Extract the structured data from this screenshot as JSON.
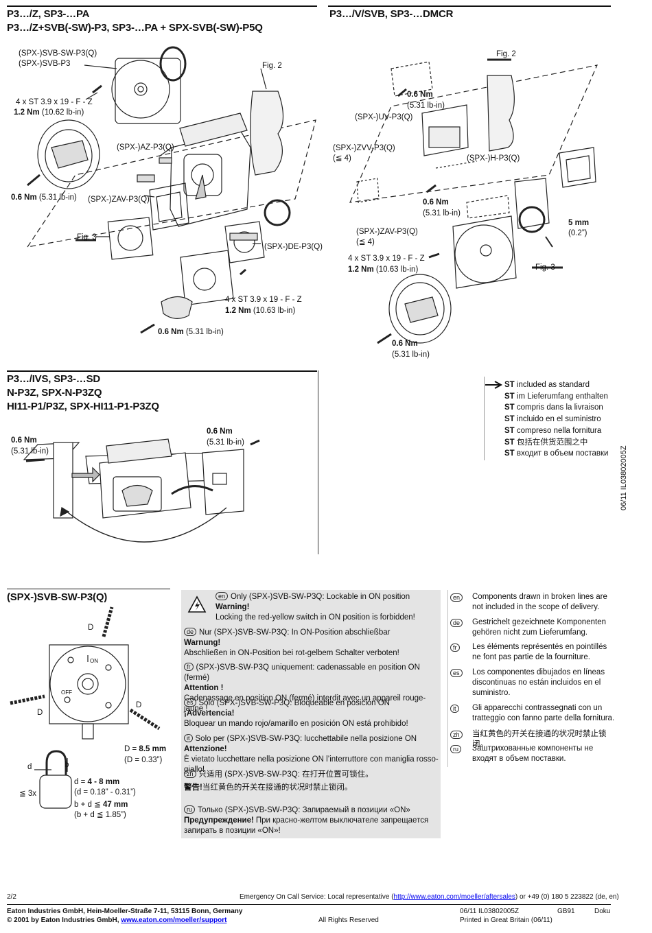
{
  "sections": {
    "s1": {
      "title1": "P3…/Z, SP3-…PA",
      "title2": "P3…/Z+SVB(-SW)-P3, SP3-…PA + SPX-SVB(-SW)-P5Q"
    },
    "s2": {
      "title1": "P3…/V/SVB, SP3-…DMCR"
    },
    "s3": {
      "title1": "P3…/IVS, SP3-…SD",
      "title2": "N-P3Z, SPX-N-P3ZQ",
      "title3": "HI11-P1/P3Z, SPX-HI11-P1-P3ZQ"
    },
    "s4": {
      "title1": "(SPX-)SVB-SW-P3(Q)"
    }
  },
  "labels": {
    "a1": "(SPX-)SVB-SW-P3(Q)",
    "a2": "(SPX-)SVB-P3",
    "a3": "Fig. 2",
    "a4": "4 x ST 3.9 x 19 - F - Z",
    "a5": "1.2 Nm",
    "a6": "(10.62 lb-in)",
    "a7": "(SPX-)AZ-P3(Q)",
    "a8": "0.6 Nm",
    "a9": "(5.31 lb-in)",
    "a10": "(SPX-)ZAV-P3(Q)",
    "a11": "Fig. 3",
    "a12": "(SPX-)DE-P3(Q)",
    "a13": "4 x ST 3.9 x 19 - F - Z",
    "a14": "1.2 Nm",
    "a15": "(10.63 lb-in)",
    "a16": "0.6 Nm",
    "a17": "(5.31 lb-in)",
    "b1": "Fig. 2",
    "b2": "0.6 Nm",
    "b3": "(5.31 lb-in)",
    "b4": "(SPX-)UV-P3(Q)",
    "b5": "(SPX-)ZVV-P3(Q)",
    "b6": "(≦ 4)",
    "b7": "(SPX-)H-P3(Q)",
    "b8": "0.6 Nm",
    "b9": "(5.31 lb-in)",
    "b10": "5 mm",
    "b11": "(0.2”)",
    "b12": "(SPX-)ZAV-P3(Q)",
    "b13": "(≦ 4)",
    "b14": "4 x ST 3.9 x 19 - F - Z",
    "b15": "1.2 Nm",
    "b16": "(10.63 lb-in)",
    "b17": "Fig. 3",
    "b18": "0.6 Nm",
    "b19": "(5.31 lb-in)",
    "c1": "0.6 Nm",
    "c2": "(5.31 lb-in)",
    "c3": "0.6 Nm",
    "c4": "(5.31 lb-in)",
    "d1": "D",
    "d2": "D",
    "d3": "D",
    "d4": "ON",
    "d5": "OFF",
    "d6": "D = ",
    "d7": "8.5 mm",
    "d8": "(D = 0.33”)",
    "d9": "d",
    "d10": "b",
    "d11": "≦ 3x",
    "d12": "d = ",
    "d13": "4 - 8 mm",
    "d14": "(d = 0.18” - 0.31”)",
    "d15": "b + d  ≦  ",
    "d16": "47 mm",
    "d17": "(b + d  ≦  1.85”)",
    "on": "ON",
    "off": "OFF"
  },
  "st_legend": {
    "items": [
      "included as standard",
      "im Lieferumfang enthalten",
      "compris dans la livraison",
      "incluido en el suministro",
      "compreso nella fornitura",
      "包括在供货范围之中",
      "входит в объем поставки"
    ],
    "key": "ST"
  },
  "doc_number_vertical": "06/11 IL03802005Z",
  "warnings": [
    {
      "lang": "en",
      "line1": "Only (SPX-)SVB-SW-P3Q: Lockable in ON position",
      "head": "Warning!",
      "text": "Locking the red-yellow switch in ON position is forbidden!"
    },
    {
      "lang": "de",
      "line1": "Nur (SPX-)SVB-SW-P3Q: In ON-Position abschließbar",
      "head": "Warnung!",
      "text": "Abschließen in ON-Position bei rot-gelbem Schalter verboten!"
    },
    {
      "lang": "fr",
      "line1": "(SPX-)SVB-SW-P3Q uniquement: cadenassable en position ON (fermé)",
      "head": "Attention !",
      "text": "Cadenassage en position ON (fermé) interdit avec un appareil rouge-jaune !"
    },
    {
      "lang": "es",
      "line1": "Sólo (SPX-)SVB-SW-P3Q: Bloqueable en posición ON",
      "head": "¡Advertencia!",
      "text": "Bloquear un mando rojo/amarillo en posición ON está prohibido!"
    },
    {
      "lang": "it",
      "line1": "Solo per (SPX-)SVB-SW-P3Q: lucchettabile nella posizione ON",
      "head": "Attenzione!",
      "text": "È vietato lucchettare nella posizione ON l’interruttore con maniglia rosso-giallo!"
    },
    {
      "lang": "zh",
      "line1": "只适用 (SPX-)SVB-SW-P3Q: 在打开位置可锁住。",
      "head": "警告!",
      "text": "当红黄色的开关在接通的状况时禁止锁闭。"
    },
    {
      "lang": "ru",
      "line1": "Только (SPX-)SVB-SW-P3Q: Запираемый в позиции «ON»",
      "head": "Предупреждение!",
      "text": "При красно-желтом выключателе запрещается запирать в позиции «ON»!"
    }
  ],
  "notes": [
    {
      "lang": "en",
      "text": "Components drawn in broken lines are not included in the scope of delivery."
    },
    {
      "lang": "de",
      "text": "Gestrichelt gezeichnete Komponenten gehören nicht zum Lieferumfang."
    },
    {
      "lang": "fr",
      "text": "Les éléments représentés en pointillés ne font pas partie de la fourniture."
    },
    {
      "lang": "es",
      "text": "Los componentes dibujados en líneas discontinuas no están incluidos en el suministro."
    },
    {
      "lang": "it",
      "text": "Gli apparecchi contrassegnati con un tratteggio con fanno parte della fornitura."
    },
    {
      "lang": "zh",
      "text": "当红黄色的开关在接通的状况时禁止锁闭。"
    },
    {
      "lang": "ru",
      "text": "Заштрихованные компоненты не входят в объем поставки."
    }
  ],
  "footer": {
    "page": "2/2",
    "emergency_prefix": "Emergency On Call Service: Local representative (",
    "emergency_link": "http://www.eaton.com/moeller/aftersales",
    "emergency_suffix": ") or +49 (0) 180 5 223822 (de, en)",
    "company": "Eaton Industries GmbH, Hein-Moeller-Straße 7-11, 53115 Bonn, Germany",
    "copyright_prefix": "© 2001 by Eaton Industries GmbH, ",
    "copyright_link": "www.eaton.com/moeller/support",
    "rights": "All Rights Reserved",
    "docno": "06/11 IL03802005Z",
    "gb": "GB91",
    "doku": "Doku",
    "printed": "Printed in Great Britain (06/11)"
  }
}
